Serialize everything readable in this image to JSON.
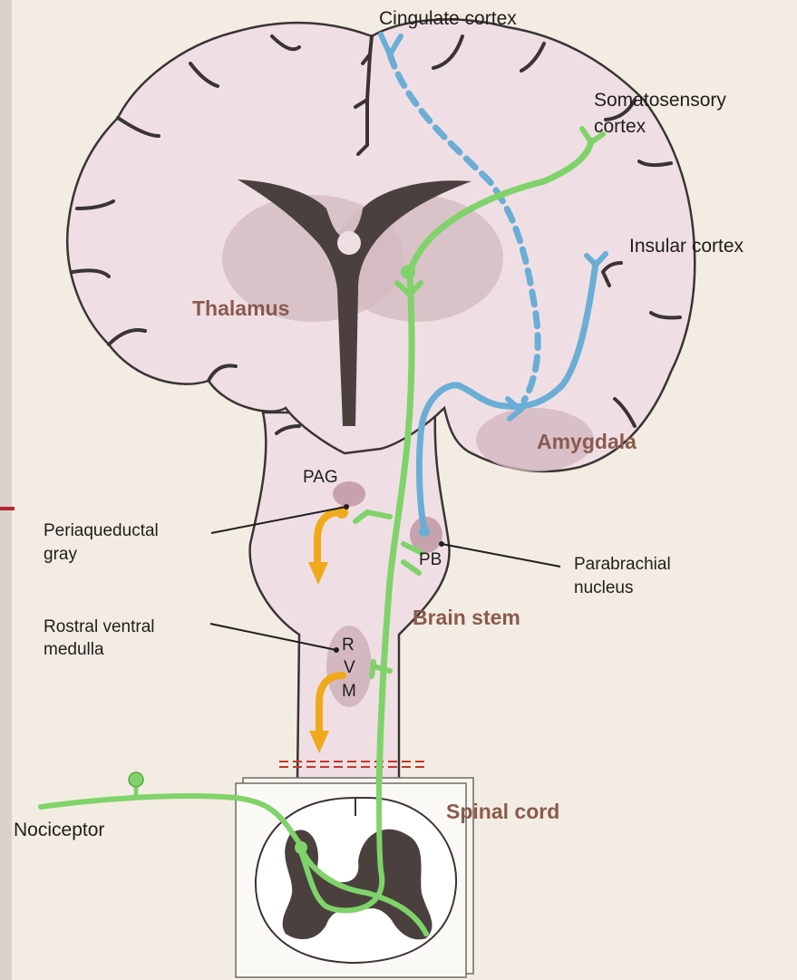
{
  "labels": {
    "cingulate": "Cingulate cortex",
    "somatosensory_1": "Somatosensory",
    "somatosensory_2": "cortex",
    "insular": "Insular cortex",
    "thalamus": "Thalamus",
    "amygdala": "Amygdala",
    "pag": "PAG",
    "periaqueductal_1": "Periaqueductal",
    "periaqueductal_2": "gray",
    "pb": "PB",
    "parabrachial_1": "Parabrachial",
    "parabrachial_2": "nucleus",
    "brain_stem": "Brain stem",
    "rostral_1": "Rostral ventral",
    "rostral_2": "medulla",
    "rvm_r": "R",
    "rvm_v": "V",
    "rvm_m": "M",
    "spinal_cord": "Spinal cord",
    "nociceptor": "Nociceptor"
  },
  "colors": {
    "background": "#f3ece2",
    "left_band": "#d9d2cc",
    "brain_fill": "#efdfe4",
    "brain_outline": "#3a3434",
    "gray_matter": "#d3b8c0",
    "ventricle": "#4a413e",
    "ascending_pathway": "#7fd36a",
    "insular_amygdala_pathway": "#6aaed6",
    "descending_pathway": "#f0a91a",
    "region_label": "#8a5a4e",
    "section_cut": "#c0392b"
  }
}
